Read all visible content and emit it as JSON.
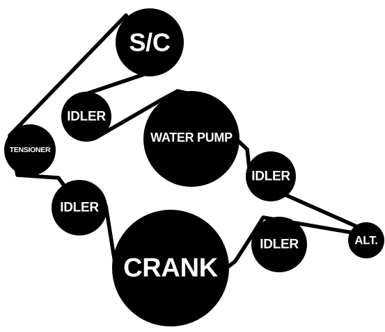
{
  "diagram": {
    "pulleys": [
      {
        "id": "sc",
        "label": "S/C"
      },
      {
        "id": "idler1",
        "label": "IDLER"
      },
      {
        "id": "waterpump",
        "label": "WATER PUMP"
      },
      {
        "id": "idler2",
        "label": "IDLER"
      },
      {
        "id": "alt",
        "label": "ALT."
      },
      {
        "id": "idler3",
        "label": "IDLER"
      },
      {
        "id": "crank",
        "label": "CRANK"
      },
      {
        "id": "idler4",
        "label": "IDLER"
      },
      {
        "id": "tensioner",
        "label": "TENSIONER"
      }
    ],
    "belt_color": "#000000",
    "pulley_color": "#000000",
    "label_color": "#ffffff"
  }
}
